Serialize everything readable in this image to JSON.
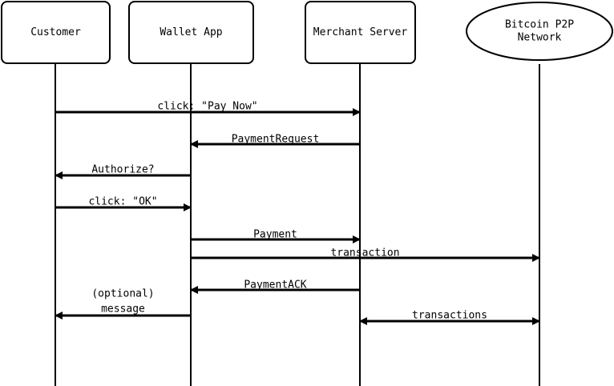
{
  "participants": [
    {
      "id": "customer",
      "label": [
        "Customer"
      ],
      "shape": "rect"
    },
    {
      "id": "wallet",
      "label": [
        "Wallet App"
      ],
      "shape": "rect"
    },
    {
      "id": "merchant",
      "label": [
        "Merchant Server"
      ],
      "shape": "rect"
    },
    {
      "id": "p2p",
      "label": [
        "Bitcoin P2P",
        "Network"
      ],
      "shape": "ellipse"
    }
  ],
  "messages": [
    {
      "from": "customer",
      "to": "merchant",
      "label": [
        "click: \"Pay Now\""
      ]
    },
    {
      "from": "merchant",
      "to": "wallet",
      "label": [
        "PaymentRequest"
      ]
    },
    {
      "from": "wallet",
      "to": "customer",
      "label": [
        "Authorize?"
      ]
    },
    {
      "from": "customer",
      "to": "wallet",
      "label": [
        "click: \"OK\""
      ]
    },
    {
      "from": "wallet",
      "to": "merchant",
      "label": [
        "Payment"
      ]
    },
    {
      "from": "wallet",
      "to": "p2p",
      "label": [
        "transaction"
      ]
    },
    {
      "from": "merchant",
      "to": "wallet",
      "label": [
        "PaymentACK"
      ]
    },
    {
      "from": "wallet",
      "to": "customer",
      "label": [
        "(optional)",
        "message"
      ]
    },
    {
      "from": "merchant",
      "to": "p2p",
      "label": [
        "transactions"
      ],
      "bidirectional": true
    }
  ],
  "colors": {
    "line": "#000000",
    "fill": "#ffffff",
    "text": "#000000"
  }
}
